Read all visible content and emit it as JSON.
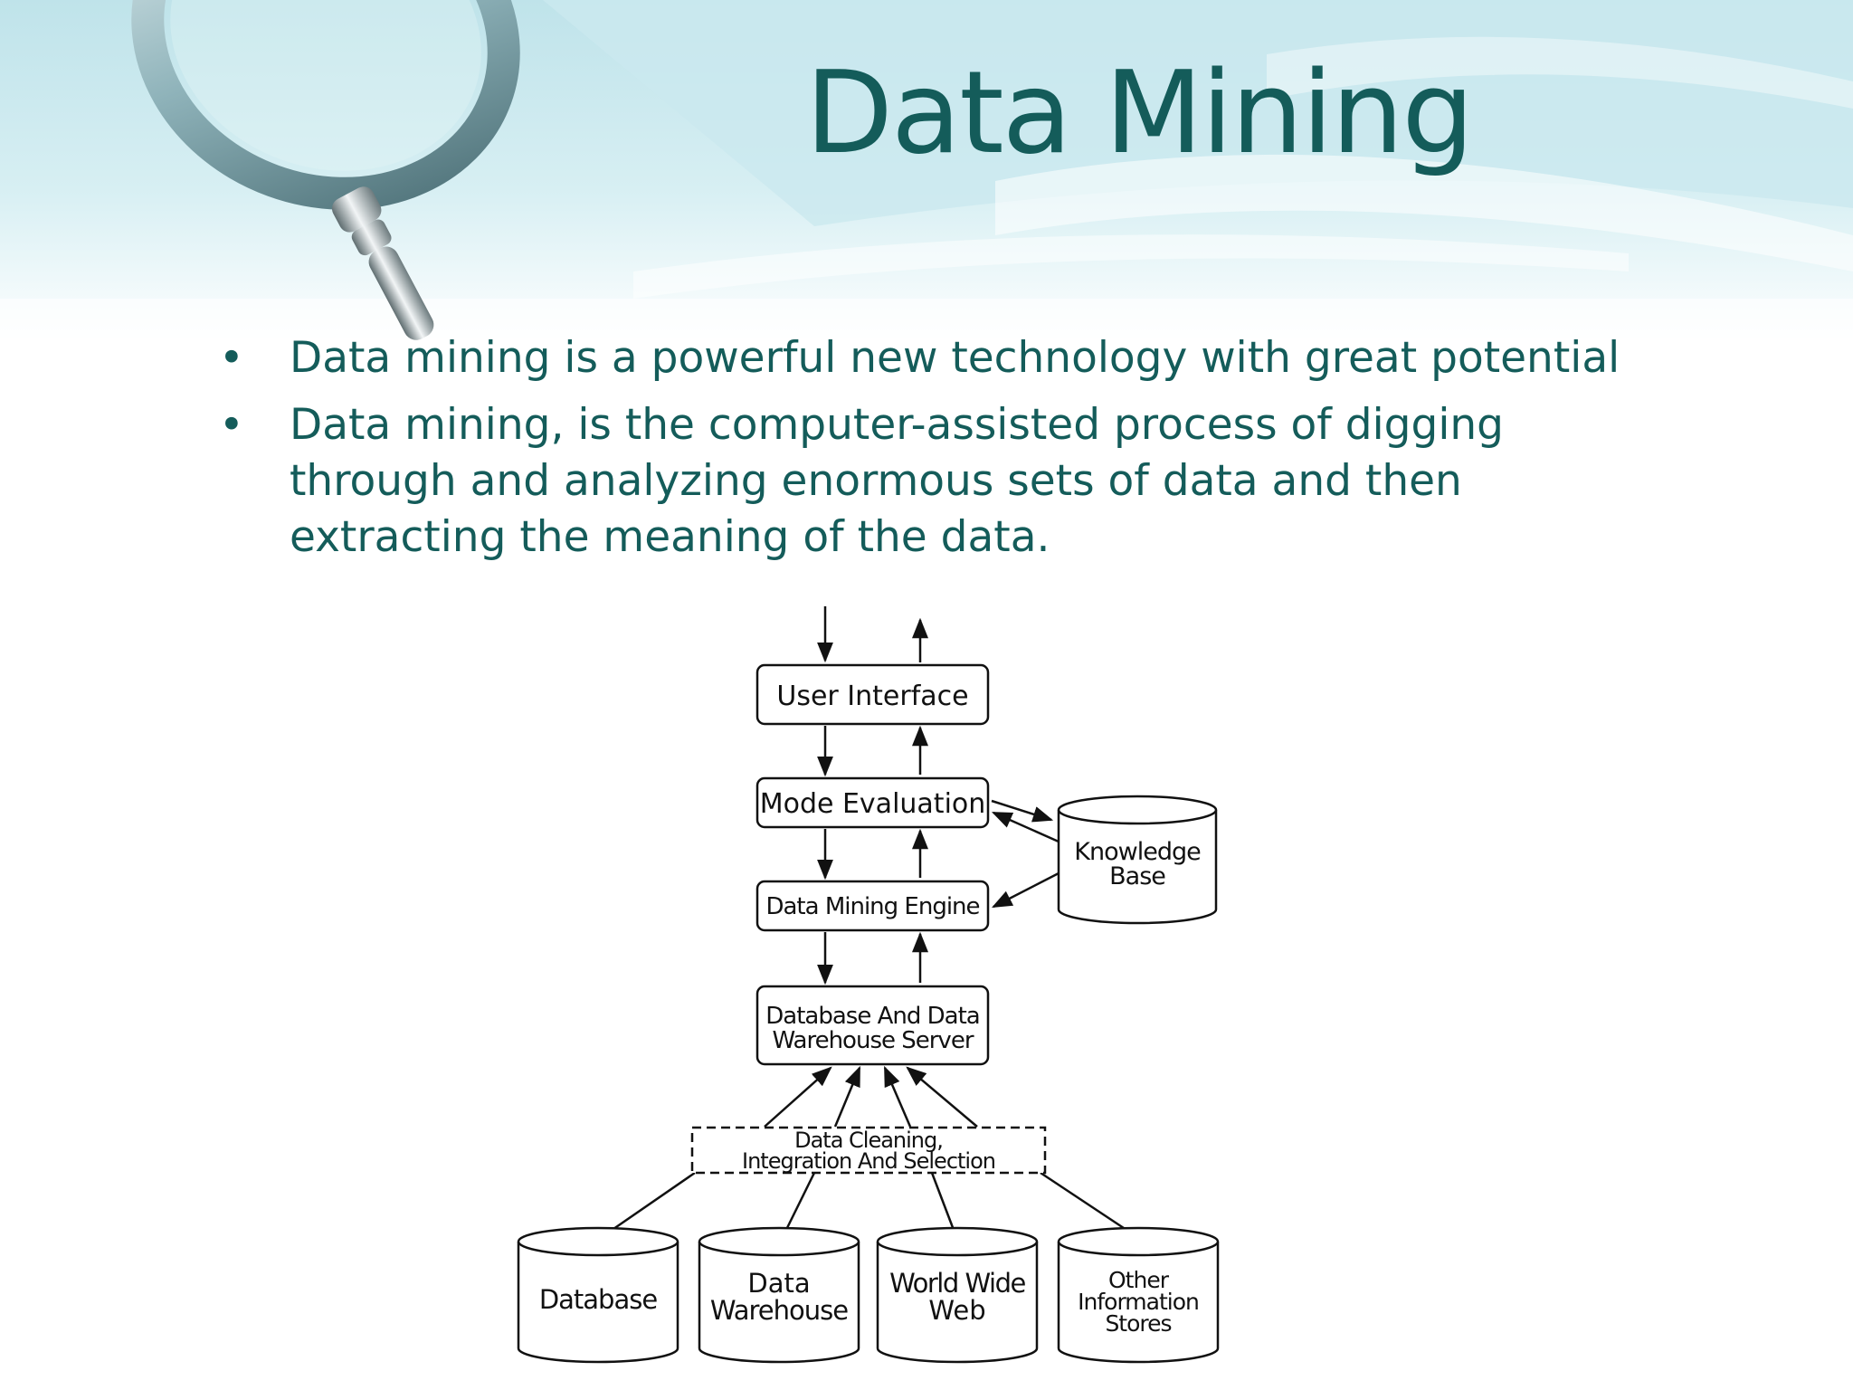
{
  "slide": {
    "title": "Data Mining",
    "bullets": [
      "Data mining is a powerful new technology with great potential",
      "Data mining, is the computer-assisted process of digging through and analyzing enormous sets of data and then extracting the meaning of the data."
    ]
  },
  "diagram": {
    "boxes": {
      "user_interface": "User Interface",
      "mode_evaluation": "Mode Evaluation",
      "data_mining_engine": "Data Mining Engine",
      "server_line1": "Database And Data",
      "server_line2": "Warehouse Server",
      "cleaning_line1": "Data Cleaning,",
      "cleaning_line2": "Integration And Selection"
    },
    "knowledge_base": {
      "line1": "Knowledge",
      "line2": "Base"
    },
    "sources": {
      "database": "Database",
      "warehouse_line1": "Data",
      "warehouse_line2": "Warehouse",
      "www_line1": "World Wide",
      "www_line2": "Web",
      "other_line1": "Other",
      "other_line2": "Information",
      "other_line3": "Stores"
    }
  },
  "colors": {
    "title": "#145c5a",
    "body_text": "#145c5a",
    "diagram_ink": "#111111"
  }
}
